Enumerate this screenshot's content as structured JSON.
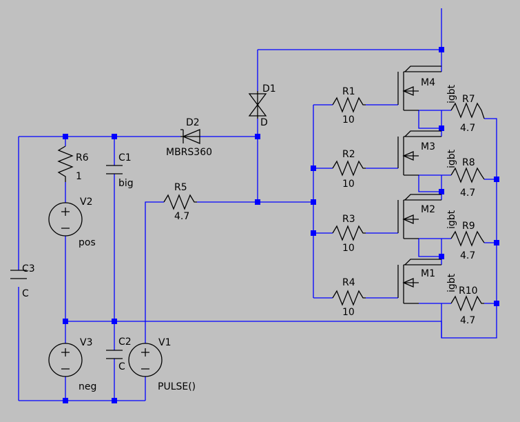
{
  "colors": {
    "background": "#c0c0c0",
    "wire": "#0000ff",
    "component": "#000000"
  },
  "components": {
    "D1": {
      "name": "D1",
      "value": "D"
    },
    "D2": {
      "name": "D2",
      "value": "MBRS360"
    },
    "R1": {
      "name": "R1",
      "value": "10"
    },
    "R2": {
      "name": "R2",
      "value": "10"
    },
    "R3": {
      "name": "R3",
      "value": "10"
    },
    "R4": {
      "name": "R4",
      "value": "10"
    },
    "R5": {
      "name": "R5",
      "value": "4.7"
    },
    "R6": {
      "name": "R6",
      "value": "1"
    },
    "R7": {
      "name": "R7",
      "value": "4.7"
    },
    "R8": {
      "name": "R8",
      "value": "4.7"
    },
    "R9": {
      "name": "R9",
      "value": "4.7"
    },
    "R10": {
      "name": "R10",
      "value": "4.7"
    },
    "C1": {
      "name": "C1",
      "value": "big"
    },
    "C2": {
      "name": "C2",
      "value": "C"
    },
    "C3": {
      "name": "C3",
      "value": "C"
    },
    "V1": {
      "name": "V1",
      "value": "PULSE()"
    },
    "V2": {
      "name": "V2",
      "value": "pos"
    },
    "V3": {
      "name": "V3",
      "value": "neg"
    },
    "M1": {
      "name": "M1",
      "value": "igbt"
    },
    "M2": {
      "name": "M2",
      "value": "igbt"
    },
    "M3": {
      "name": "M3",
      "value": "igbt"
    },
    "M4": {
      "name": "M4",
      "value": "igbt"
    }
  }
}
